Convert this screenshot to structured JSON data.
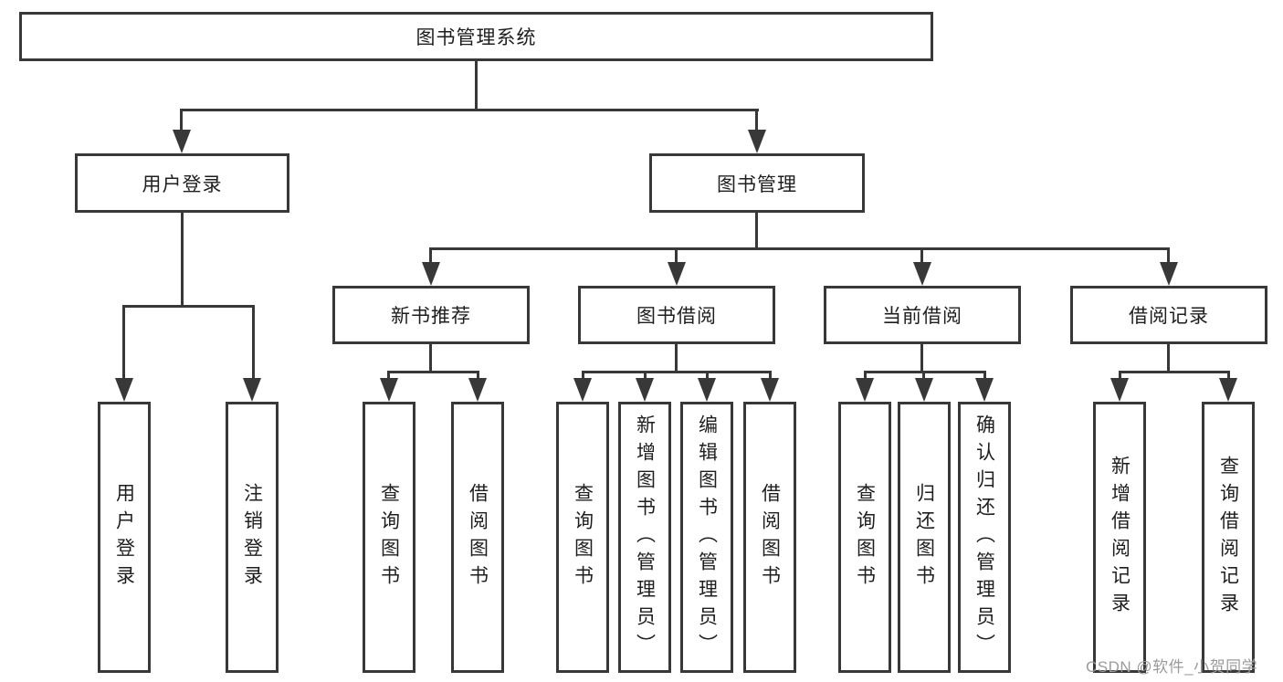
{
  "title": "图书管理系统",
  "tree": {
    "root": "图书管理系统",
    "branches": [
      {
        "label": "用户登录",
        "children": [
          "用户登录",
          "注销登录"
        ]
      },
      {
        "label": "图书管理",
        "children": [
          {
            "label": "新书推荐",
            "children": [
              "查询图书",
              "借阅图书"
            ]
          },
          {
            "label": "图书借阅",
            "children": [
              "查询图书",
              "新增图书（管理员）",
              "编辑图书（管理员）",
              "借阅图书"
            ]
          },
          {
            "label": "当前借阅",
            "children": [
              "查询图书",
              "归还图书",
              "确认归还（管理员）"
            ]
          },
          {
            "label": "借阅记录",
            "children": [
              "新增借阅记录",
              "查询借阅记录"
            ]
          }
        ]
      }
    ]
  },
  "watermark": {
    "text": "CSDN @软件_小贺同学"
  },
  "colors": {
    "line": "#383838",
    "text": "#1e1e1e",
    "watermark": "#9b9b9b",
    "background": "#ffffff"
  }
}
